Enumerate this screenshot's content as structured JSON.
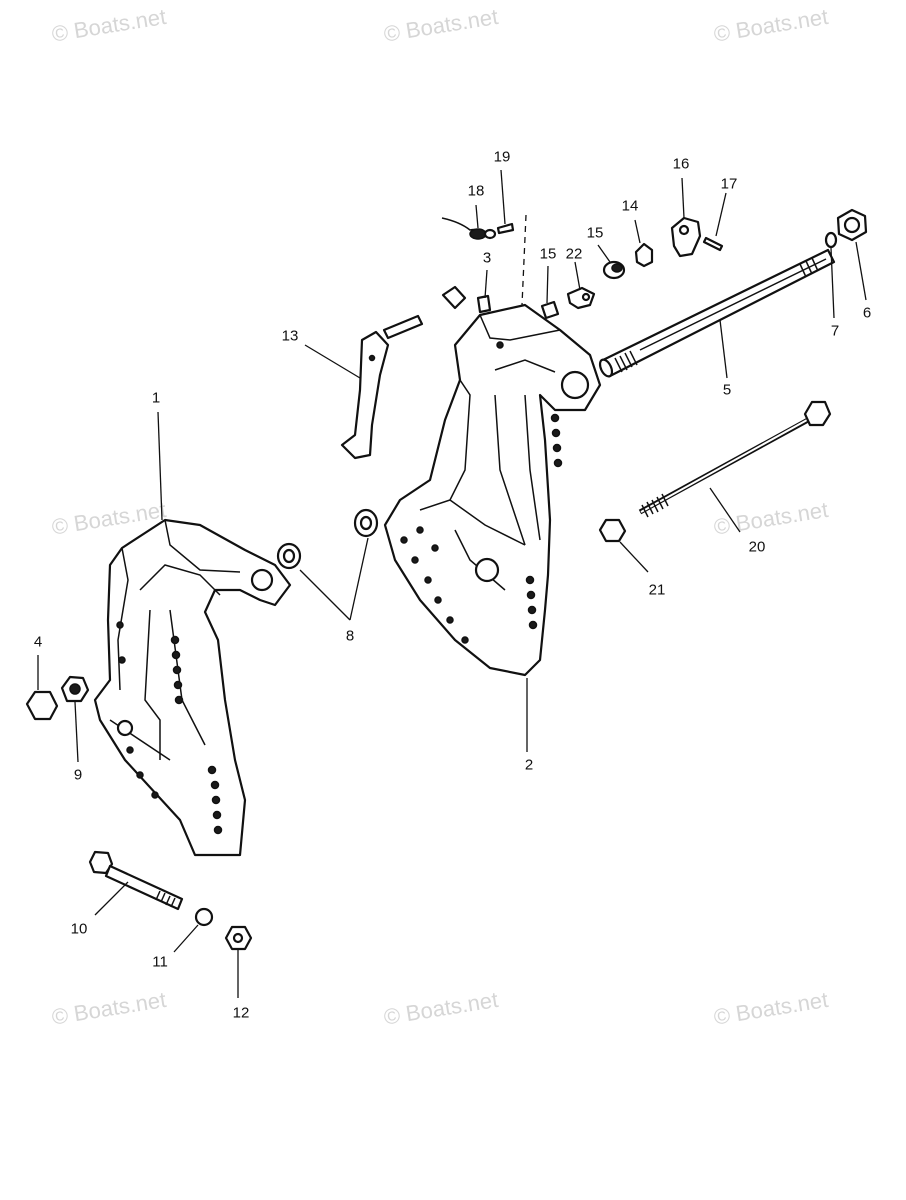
{
  "watermark": "© Boats.net",
  "callouts": {
    "c1": "1",
    "c2": "2",
    "c3": "3",
    "c4": "4",
    "c5": "5",
    "c6": "6",
    "c7": "7",
    "c8": "8",
    "c9": "9",
    "c10": "10",
    "c11": "11",
    "c12": "12",
    "c13": "13",
    "c14": "14",
    "c15a": "15",
    "c15b": "15",
    "c16": "16",
    "c17": "17",
    "c18": "18",
    "c19": "19",
    "c20": "20",
    "c21": "21",
    "c22": "22"
  },
  "colors": {
    "line": "#111111",
    "watermark": "#d6d6d6",
    "background": "#ffffff"
  }
}
